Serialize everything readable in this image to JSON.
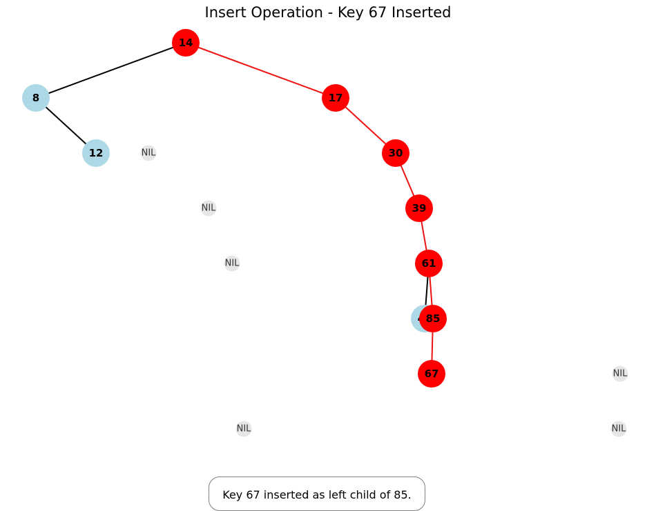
{
  "title": "Insert Operation - Key 67 Inserted",
  "caption": "Key 67 inserted as left child of 85.",
  "colors": {
    "red_node": "#ff0000",
    "black_node": "#add8e6",
    "nil_node": "#e6e6e6",
    "highlight_edge": "#ee1111",
    "normal_edge": "#000000"
  },
  "nodes": [
    {
      "id": "n14",
      "label": "14",
      "type": "red"
    },
    {
      "id": "n8",
      "label": "8",
      "type": "black"
    },
    {
      "id": "n17",
      "label": "17",
      "type": "red"
    },
    {
      "id": "n12",
      "label": "12",
      "type": "black"
    },
    {
      "id": "n30",
      "label": "30",
      "type": "red"
    },
    {
      "id": "n39",
      "label": "39",
      "type": "red"
    },
    {
      "id": "n61",
      "label": "61",
      "type": "red"
    },
    {
      "id": "n48",
      "label": "48",
      "type": "black"
    },
    {
      "id": "n85",
      "label": "85",
      "type": "red"
    },
    {
      "id": "n67",
      "label": "67",
      "type": "red"
    },
    {
      "id": "nil1",
      "label": "NIL",
      "type": "nil"
    },
    {
      "id": "nil2",
      "label": "NIL",
      "type": "nil"
    },
    {
      "id": "nil3",
      "label": "NIL",
      "type": "nil"
    },
    {
      "id": "nil4",
      "label": "NIL",
      "type": "nil"
    },
    {
      "id": "nil5",
      "label": "NIL",
      "type": "nil"
    },
    {
      "id": "nil6",
      "label": "NIL",
      "type": "nil"
    }
  ],
  "edges": [
    {
      "from": "n14",
      "to": "n8",
      "highlight": false
    },
    {
      "from": "n8",
      "to": "n12",
      "highlight": false
    },
    {
      "from": "n14",
      "to": "n17",
      "highlight": true
    },
    {
      "from": "n17",
      "to": "n30",
      "highlight": true
    },
    {
      "from": "n30",
      "to": "n39",
      "highlight": true
    },
    {
      "from": "n39",
      "to": "n61",
      "highlight": true
    },
    {
      "from": "n61",
      "to": "n48",
      "highlight": false
    },
    {
      "from": "n61",
      "to": "n85",
      "highlight": true
    },
    {
      "from": "n85",
      "to": "n67",
      "highlight": true
    }
  ]
}
